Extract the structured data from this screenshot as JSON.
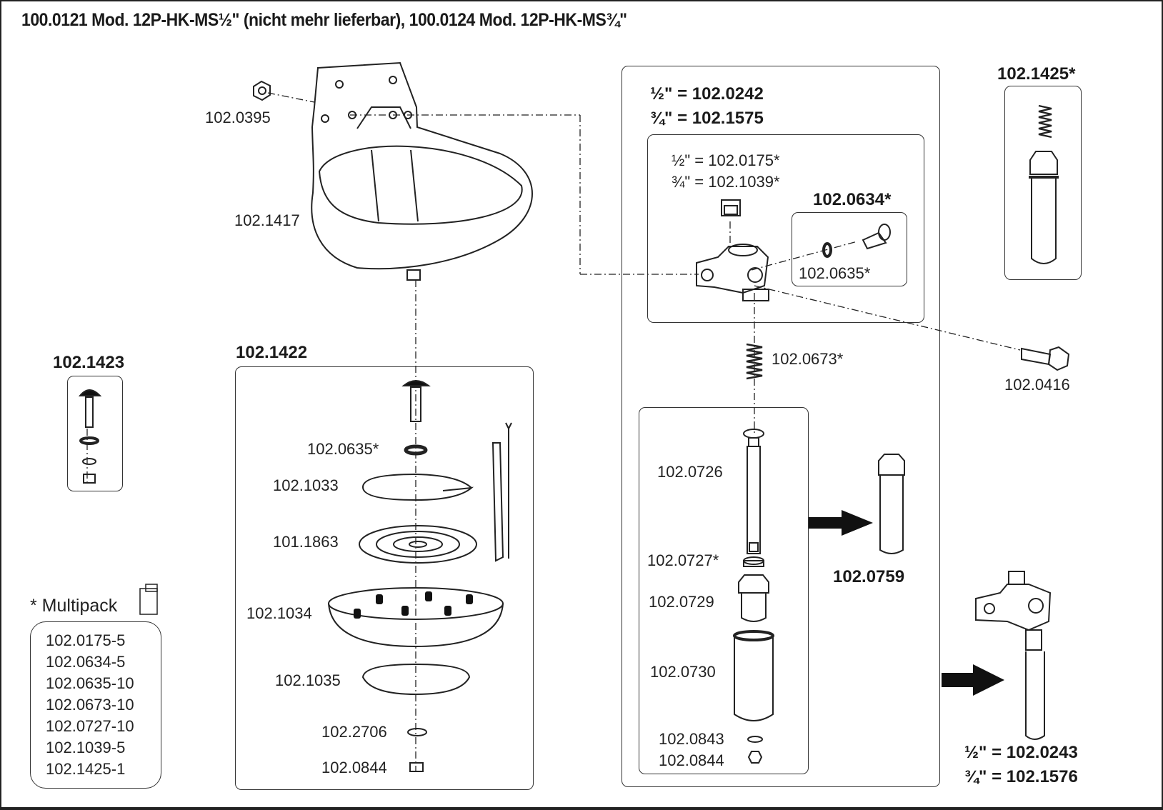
{
  "title": "100.0121 Mod. 12P-HK-MS½\" (nicht mehr lieferbar), 100.0124 Mod. 12P-HK-MS¾\"",
  "bowl": {
    "nut_label": "102.0395",
    "bowl_label": "102.1417"
  },
  "valve_group": {
    "heading_half": "½\" = 102.0242",
    "heading_three_quarter": "¾\" = 102.1575",
    "plug_half": "½\" = 102.0175*",
    "plug_three_quarter": "¾\" = 102.1039*",
    "screw_set_heading": "102.0634*",
    "oring_label": "102.0635*",
    "spring_label": "102.0673*",
    "bolt_label": "102.0416"
  },
  "insert_group": {
    "parts": [
      {
        "label": "102.0726"
      },
      {
        "label": "102.0727*"
      },
      {
        "label": "102.0729"
      },
      {
        "label": "102.0730"
      },
      {
        "label": "102.0843"
      },
      {
        "label": "102.0844"
      }
    ],
    "assembled_label": "102.0759"
  },
  "float_group": {
    "heading": "102.1422",
    "parts": [
      {
        "label": "102.0635*"
      },
      {
        "label": "102.1033"
      },
      {
        "label": "101.1863"
      },
      {
        "label": "102.1034"
      },
      {
        "label": "102.1035"
      },
      {
        "label": "102.2706"
      },
      {
        "label": "102.0844"
      }
    ]
  },
  "kit_1423": {
    "heading": "102.1423"
  },
  "kit_1425": {
    "heading": "102.1425*"
  },
  "complete_valve": {
    "half": "½\" = 102.0243",
    "three_quarter": "¾\" = 102.1576"
  },
  "multipack": {
    "heading": "* Multipack",
    "items": [
      "102.0175-5",
      "102.0634-5",
      "102.0635-10",
      "102.0673-10",
      "102.0727-10",
      "102.1039-5",
      "102.1425-1"
    ]
  }
}
